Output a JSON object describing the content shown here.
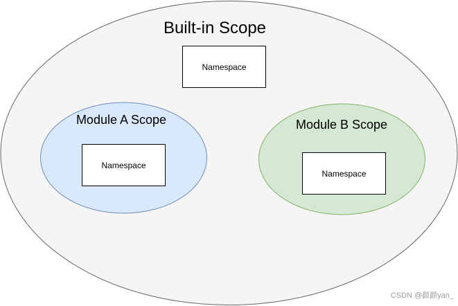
{
  "diagram": {
    "builtin_scope": {
      "title": "Built-in Scope",
      "namespace_label": "Namespace",
      "fill": "#f5f5f5",
      "stroke": "#666666"
    },
    "module_a": {
      "title": "Module A Scope",
      "namespace_label": "Namespace",
      "fill": "#dae8fc",
      "stroke": "#6c8ebf"
    },
    "module_b": {
      "title": "Module B Scope",
      "namespace_label": "Namespace",
      "fill": "#d5e8d4",
      "stroke": "#82b366"
    }
  },
  "watermark": {
    "text": "CSDN @颜颜yan_"
  }
}
